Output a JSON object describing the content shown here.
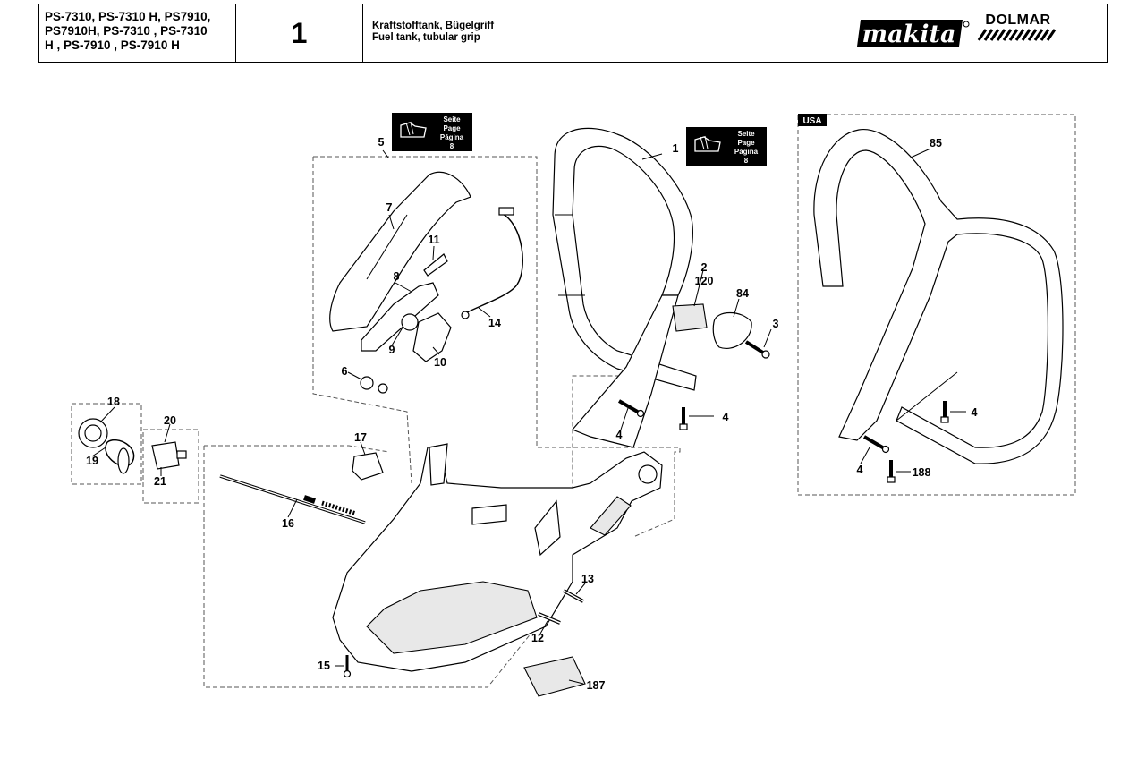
{
  "header": {
    "models": [
      "PS-7310, PS-7310 H, PS7910,",
      "PS7910H, PS-7310 , PS-7310",
      "H , PS-7910 , PS-7910 H"
    ],
    "figure_number": "1",
    "description_de": "Kraftstofftank, Bügelgriff",
    "description_en": "Fuel tank, tubular grip",
    "brand_makita": "makita",
    "brand_dolmar": "DOLMAR"
  },
  "page_ref": {
    "line1": "Seite",
    "line2": "Page",
    "line3": "Página",
    "line4": "8"
  },
  "usa_tag": "USA",
  "part_labels": {
    "p1": "1",
    "p2": "2",
    "p3": "3",
    "p4a": "4",
    "p4b": "4",
    "p4c": "4",
    "p4d": "4",
    "p5": "5",
    "p6": "6",
    "p7": "7",
    "p8": "8",
    "p9": "9",
    "p10": "10",
    "p11": "11",
    "p12": "12",
    "p13": "13",
    "p14": "14",
    "p15": "15",
    "p16": "16",
    "p17": "17",
    "p18": "18",
    "p19": "19",
    "p20": "20",
    "p21": "21",
    "p84": "84",
    "p85": "85",
    "p120": "120",
    "p187": "187",
    "p188": "188"
  }
}
